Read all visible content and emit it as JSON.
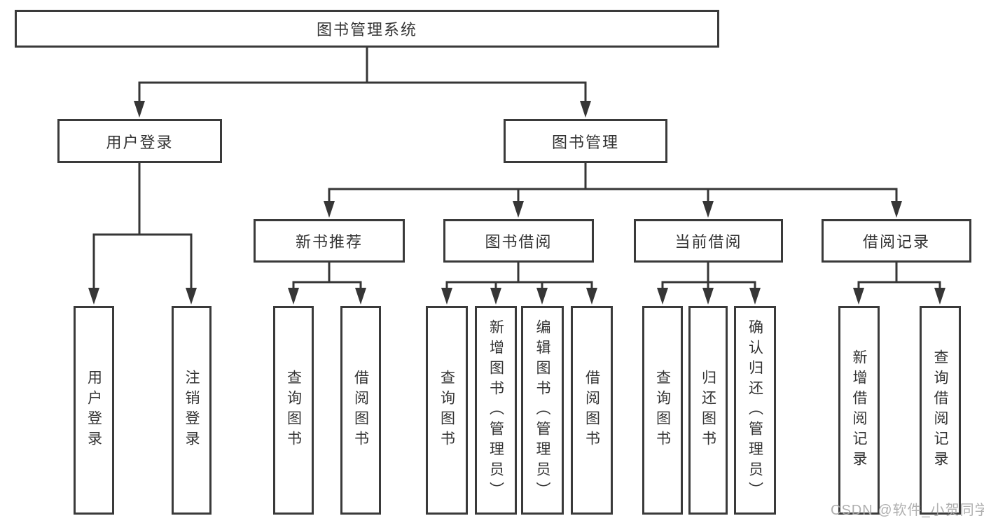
{
  "tree": {
    "root": "图书管理系统",
    "branches": [
      {
        "label": "用户登录",
        "children": [
          "用户登录",
          "注销登录"
        ]
      },
      {
        "label": "图书管理",
        "children": [
          {
            "label": "新书推荐",
            "children": [
              "查询图书",
              "借阅图书"
            ]
          },
          {
            "label": "图书借阅",
            "children": [
              "查询图书",
              "新增图书（管理员）",
              "编辑图书（管理员）",
              "借阅图书"
            ]
          },
          {
            "label": "当前借阅",
            "children": [
              "查询图书",
              "归还图书",
              "确认归还（管理员）"
            ]
          },
          {
            "label": "借阅记录",
            "children": [
              "新增借阅记录",
              "查询借阅记录"
            ]
          }
        ]
      }
    ]
  },
  "watermark": {
    "text": "CSDN @软件_小贺同学"
  },
  "colors": {
    "line": "#363636",
    "box_border": "#3a3a3a",
    "text": "#333333",
    "watermark": "#a8a8a8",
    "background": "#ffffff"
  }
}
